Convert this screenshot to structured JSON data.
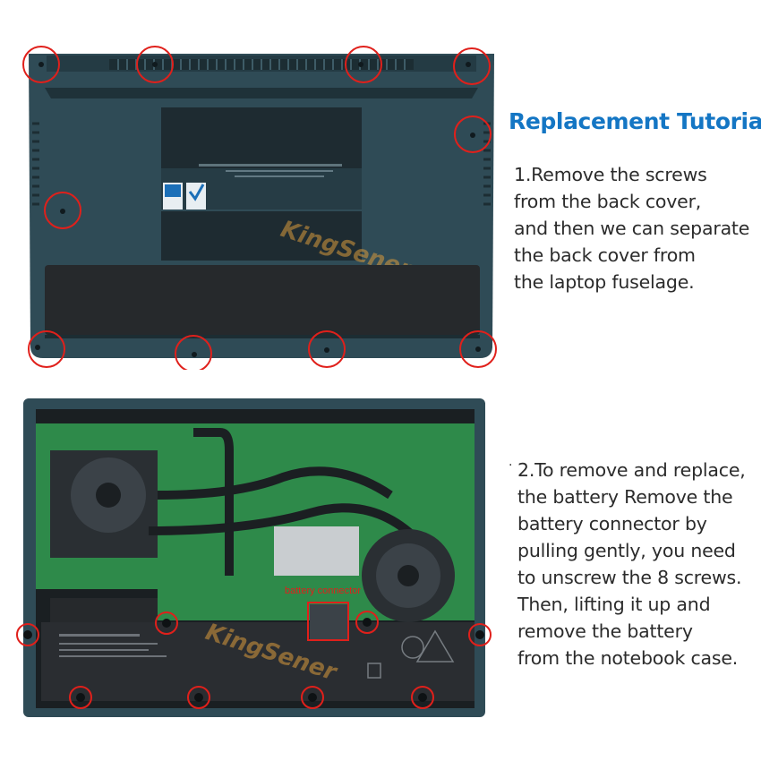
{
  "title": "Replacement Tutorial",
  "step1_lines": [
    "1.Remove the screws",
    "from the back cover,",
    "and then we can separate",
    "the back cover from",
    "the laptop fuselage."
  ],
  "step2_bullet": "·",
  "step2_lines": [
    "2.To remove and replace,",
    "the battery Remove the",
    "battery connector by",
    "pulling gently, you need",
    "to unscrew the 8 screws.",
    "Then, lifting it up and",
    "remove the battery",
    "from the notebook case."
  ],
  "battery_connector_label": "battery connector",
  "watermark": "KingSener",
  "colors": {
    "title": "#1476c4",
    "text": "#2b2b2b",
    "highlight": "#e0201b",
    "laptop_shell": "#2f4b56",
    "pcb": "#2e8a4a",
    "battery": "#2a2d31"
  }
}
